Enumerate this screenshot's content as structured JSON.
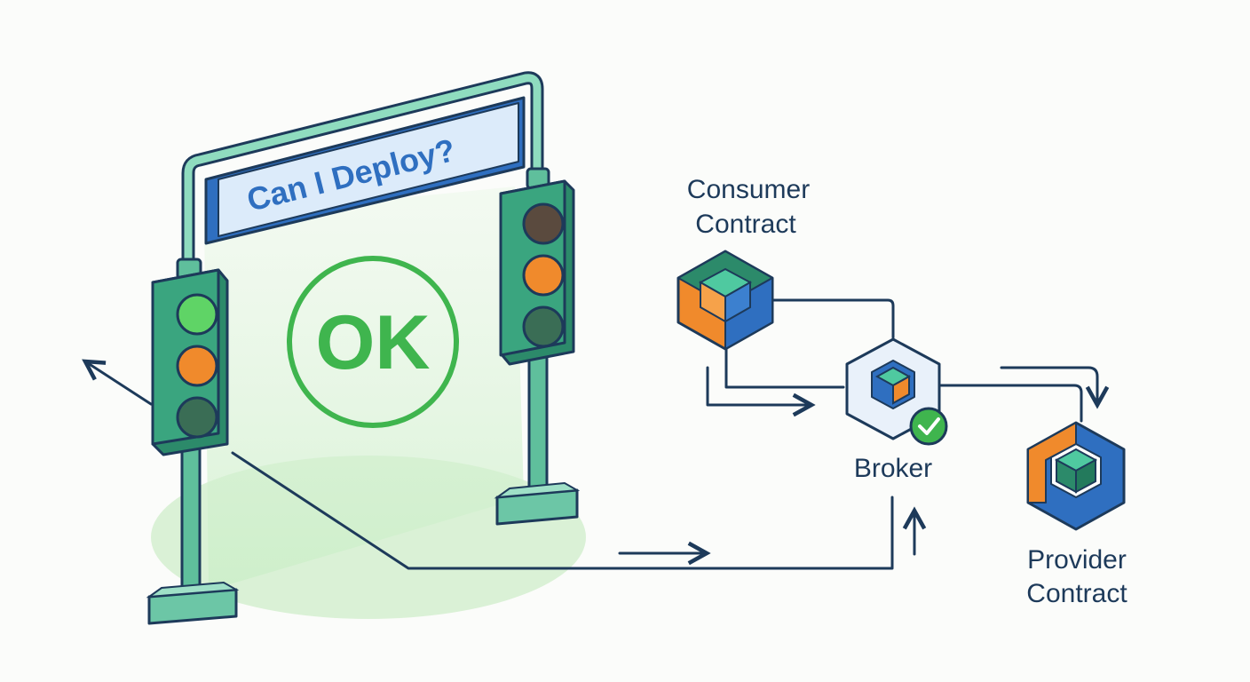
{
  "banner": {
    "text": "Can I Deploy?"
  },
  "status": {
    "text": "OK"
  },
  "nodes": {
    "consumer": {
      "label_line1": "Consumer",
      "label_line2": "Contract"
    },
    "broker": {
      "label": "Broker"
    },
    "provider": {
      "label_line1": "Provider",
      "label_line2": "Contract"
    }
  },
  "colors": {
    "ink": "#1d3a5a",
    "green": "#3fb54e",
    "teal": "#2c8a6a",
    "orange": "#f08a2c",
    "blue": "#2f6fc0",
    "glow": "#d8f2d6"
  }
}
